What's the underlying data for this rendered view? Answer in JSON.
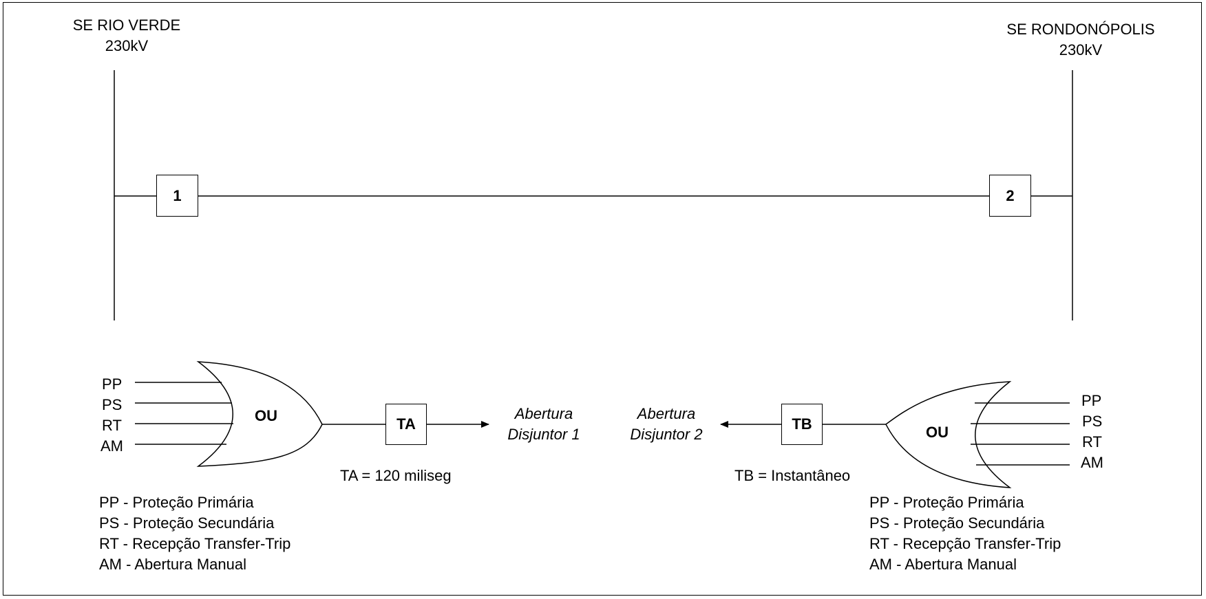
{
  "stations": {
    "left": {
      "name": "SE RIO VERDE",
      "voltage": "230kV"
    },
    "right": {
      "name": "SE RONDONÓPOLIS",
      "voltage": "230kV"
    }
  },
  "breakers": {
    "left": "1",
    "right": "2"
  },
  "left_logic": {
    "inputs": [
      "PP",
      "PS",
      "RT",
      "AM"
    ],
    "gate": "OU",
    "timer": "TA",
    "output_line1": "Abertura",
    "output_line2": "Disjuntor 1",
    "timer_note": "TA = 120 miliseg"
  },
  "right_logic": {
    "inputs": [
      "PP",
      "PS",
      "RT",
      "AM"
    ],
    "gate": "OU",
    "timer": "TB",
    "output_line1": "Abertura",
    "output_line2": "Disjuntor 2",
    "timer_note": "TB = Instantâneo"
  },
  "legend_left": [
    "PP - Proteção Primária",
    "PS - Proteção Secundária",
    "RT - Recepção Transfer-Trip",
    "AM - Abertura Manual"
  ],
  "legend_right": [
    "PP - Proteção Primária",
    "PS - Proteção Secundária",
    "RT - Recepção Transfer-Trip",
    "AM - Abertura Manual"
  ]
}
